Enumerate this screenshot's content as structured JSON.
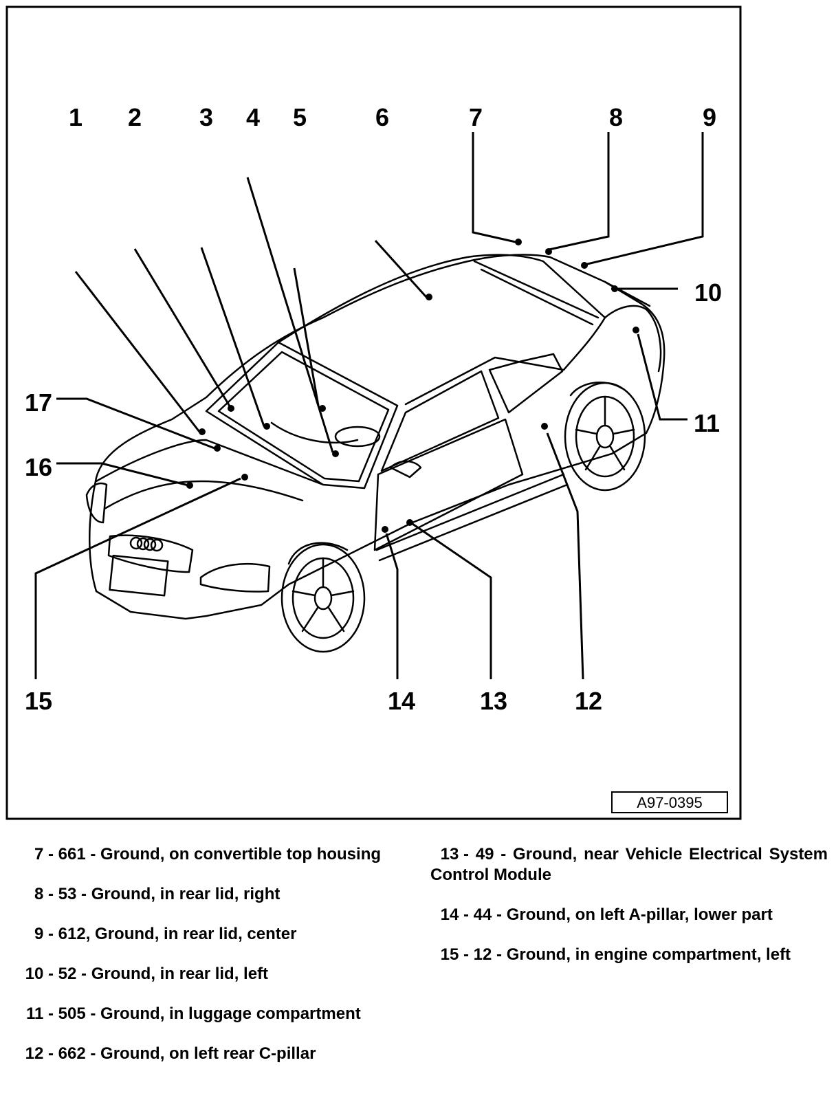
{
  "callouts": [
    "1",
    "2",
    "3",
    "4",
    "5",
    "6",
    "7",
    "8",
    "9",
    "10",
    "11",
    "12",
    "13",
    "14",
    "15",
    "16",
    "17"
  ],
  "figure_id": "A97-0395",
  "legend": {
    "left": [
      {
        "num": "7 -",
        "text": "661 - Ground, on convertible top housing"
      },
      {
        "num": "8 -",
        "text": "53 - Ground, in rear lid, right"
      },
      {
        "num": "9 -",
        "text": "612, Ground, in rear lid, center"
      },
      {
        "num": "10 -",
        "text": "52 - Ground, in rear lid, left"
      },
      {
        "num": "11 -",
        "text": "505 - Ground, in luggage compartment"
      },
      {
        "num": "12 -",
        "text": "662 - Ground, on left rear C-pillar"
      }
    ],
    "right": [
      {
        "num": "13 -",
        "text": "49 - Ground, near Vehicle Electrical System Control Module"
      },
      {
        "num": "14 -",
        "text": "44 - Ground, on left A-pillar, lower part"
      },
      {
        "num": "15 -",
        "text": "12 - Ground, in engine compartment, left"
      }
    ]
  }
}
